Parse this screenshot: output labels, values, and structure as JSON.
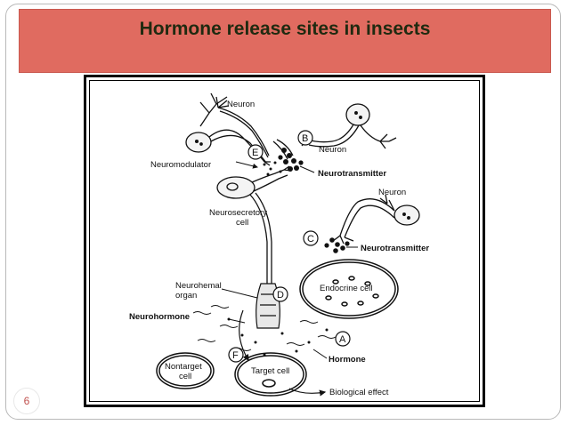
{
  "slide": {
    "title": "Hormone release sites in insects",
    "page_number": "6"
  },
  "colors": {
    "title_bar": "#e06b60",
    "title_text": "#1f2a10",
    "page_number": "#c0504d"
  },
  "diagram": {
    "labels": {
      "neuron_top": "Neuron",
      "neuron_right": "Neuron",
      "neuron_mid": "Neuron",
      "neuromodulator": "Neuromodulator",
      "neurotransmitter_1": "Neurotransmitter",
      "neurotransmitter_2": "Neurotransmitter",
      "neurosecretory_cell_1": "Neurosecretory",
      "neurosecretory_cell_2": "cell",
      "neurohemal_organ_1": "Neurohemal",
      "neurohemal_organ_2": "organ",
      "endocrine_cell": "Endocrine cell",
      "neurohormone": "Neurohormone",
      "hormone": "Hormone",
      "nontarget_cell_1": "Nontarget",
      "nontarget_cell_2": "cell",
      "target_cell": "Target cell",
      "biological_effect": "Biological effect"
    },
    "site_letters": {
      "a": "A",
      "b": "B",
      "c": "C",
      "d": "D",
      "e": "E",
      "f": "F"
    }
  }
}
